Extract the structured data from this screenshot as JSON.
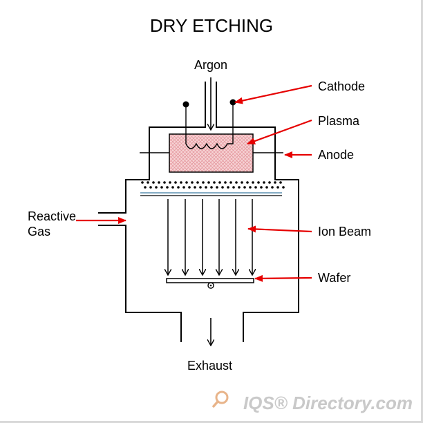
{
  "title": "DRY ETCHING",
  "labels": {
    "argon": "Argon",
    "cathode": "Cathode",
    "plasma": "Plasma",
    "anode": "Anode",
    "reactive_gas_line1": "Reactive",
    "reactive_gas_line2": "Gas",
    "ion_beam": "Ion Beam",
    "wafer": "Wafer",
    "exhaust": "Exhaust"
  },
  "watermark": "IQS® Directory.com",
  "colors": {
    "arrow": "#e60000",
    "plasma_fill": "#f7d4d6",
    "grid_line": "#5b8fb0",
    "watermark": "#c9c9c9"
  }
}
